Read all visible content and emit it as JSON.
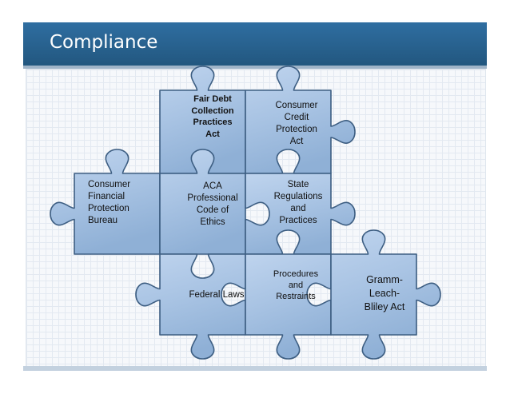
{
  "title": "Compliance",
  "pieces": [
    {
      "id": "fair-debt",
      "label_lines": [
        "Fair Debt",
        "Collection",
        "Practices",
        "Act"
      ],
      "bold": true
    },
    {
      "id": "consumer-credit",
      "label_lines": [
        "Consumer",
        "Credit",
        "Protection",
        "Act"
      ]
    },
    {
      "id": "cfpb",
      "label_lines": [
        "Consumer",
        "Financial",
        "Protection",
        "Bureau"
      ]
    },
    {
      "id": "aca",
      "label_lines": [
        "ACA",
        "Professional",
        "Code of",
        "Ethics"
      ]
    },
    {
      "id": "state",
      "label_lines": [
        "State",
        "Regulations",
        "and",
        "Practices"
      ]
    },
    {
      "id": "federal",
      "label_lines": [
        "Federal Laws"
      ]
    },
    {
      "id": "procedures",
      "label_lines": [
        "Procedures",
        "and",
        "Restraints"
      ]
    },
    {
      "id": "glb",
      "label_lines": [
        "Gramm-",
        "Leach-",
        "Bliley Act"
      ]
    }
  ],
  "colors": {
    "title_bar": "#2f6ea1",
    "piece_fill": "#a8c3e3",
    "piece_stroke": "#3d5e82"
  }
}
